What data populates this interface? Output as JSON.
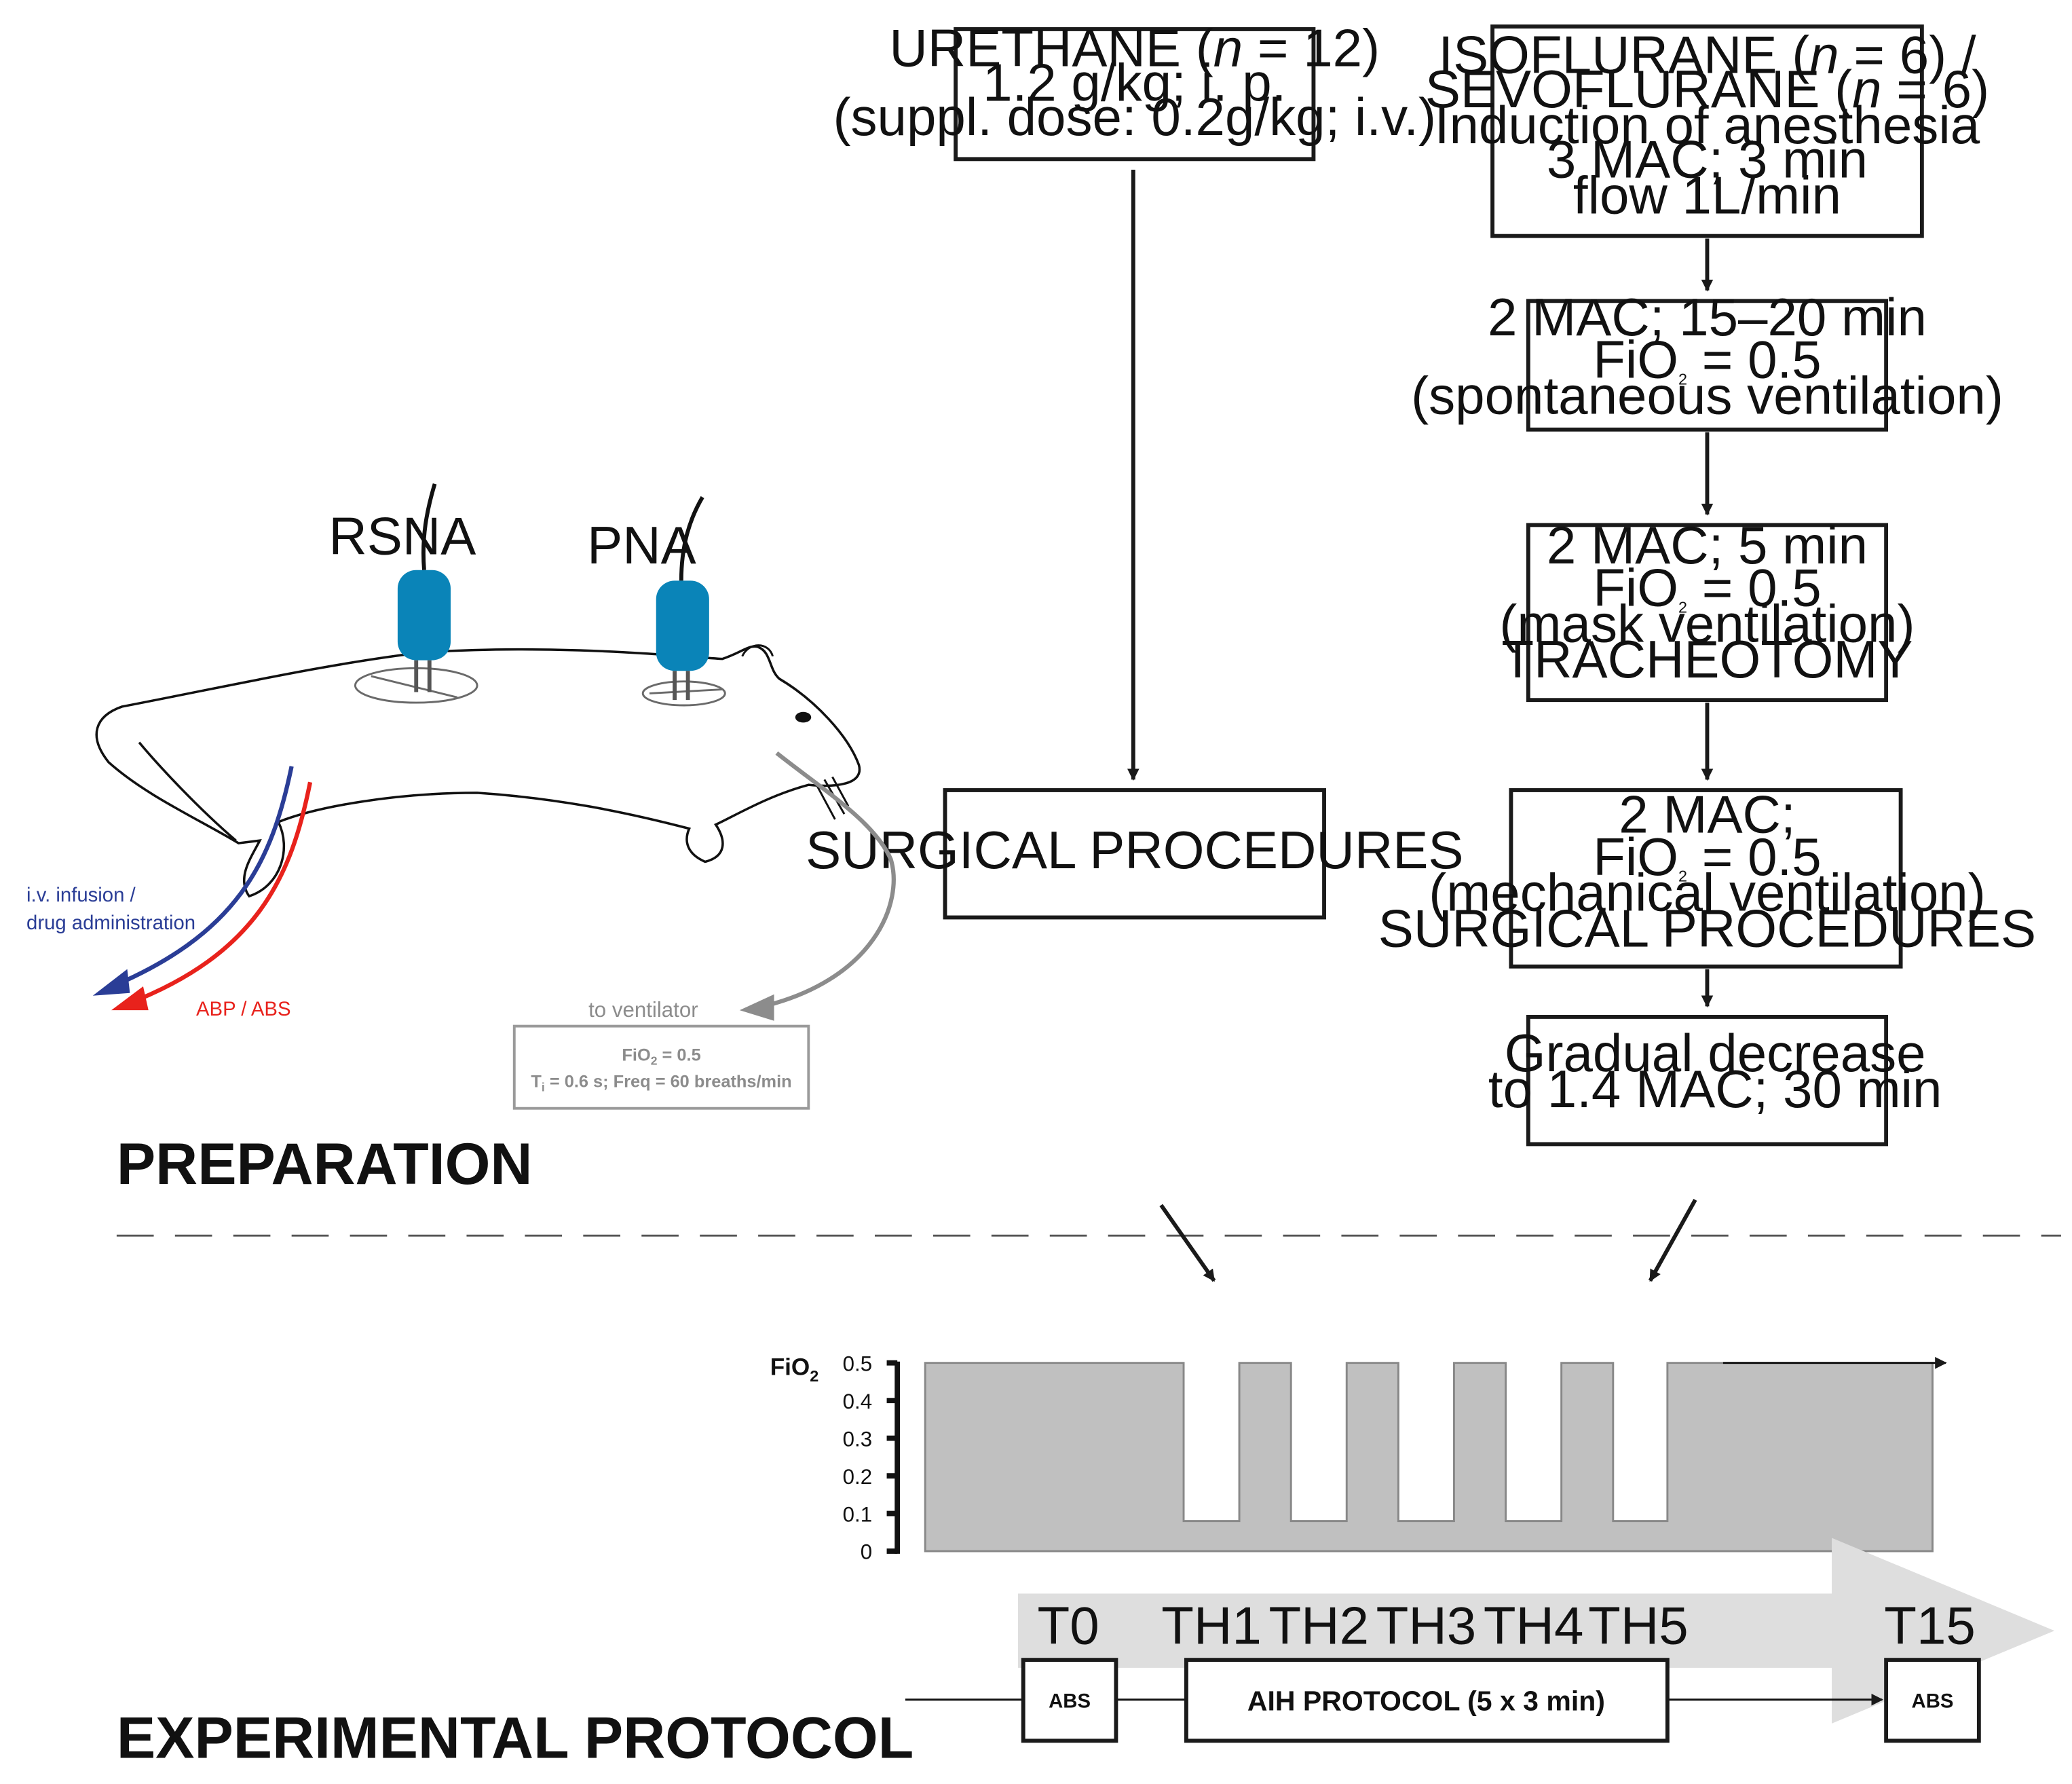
{
  "urethane": {
    "line1_pre": "URETHANE (",
    "line1_n": "n",
    "line1_post": " = 12)",
    "line2": "1.2 g/kg; i. p.",
    "line3": "(suppl. dose: 0.2g/kg; i.v.)"
  },
  "surgical_left": "SURGICAL PROCEDURES",
  "iso": {
    "line1_pre": "ISOFLURANE (",
    "line1_n": "n",
    "line1_post": " = 6) /",
    "line2_pre": "SEVOFLURANE (",
    "line2_n": "n",
    "line2_post": " = 6)",
    "line3": "Induction of anesthesia",
    "line4": "3 MAC; 3 min",
    "line5": "flow 1L/min"
  },
  "step2": {
    "line1": "2 MAC; 15–20 min",
    "fio2_pre": "FiO",
    "fio2_sub": "2",
    "fio2_post": " = 0.5",
    "line3": "(spontaneous ventilation)"
  },
  "step3": {
    "line1": "2 MAC; 5 min",
    "fio2_pre": "FiO",
    "fio2_sub": "2",
    "fio2_post": " = 0.5",
    "line3": "(mask ventilation)",
    "line4": "TRACHEOTOMY"
  },
  "step4": {
    "line1": "2 MAC;",
    "fio2_pre": "FiO",
    "fio2_sub": "2",
    "fio2_post": " = 0.5",
    "line3": "(mechanical ventilation)",
    "line4": "SURGICAL PROCEDURES"
  },
  "step5": {
    "line1": "Gradual decrease",
    "line2": "to 1.4 MAC; 30 min"
  },
  "rat": {
    "rsna": "RSNA",
    "pna": "PNA",
    "iv_line1": "i.v. infusion /",
    "iv_line2": "drug administration",
    "abp": "ABP / ABS",
    "to_ventilator": "to ventilator",
    "vent_fio2_pre": "FiO",
    "vent_fio2_sub": "2",
    "vent_fio2_post": " = 0.5",
    "vent_t_pre": "T",
    "vent_t_sub": "i",
    "vent_t_post": " = 0.6 s; Freq = 60 breaths/min",
    "colors": {
      "iv": "#2a3d96",
      "abp": "#e8221c",
      "electrode": "#0a84b8",
      "tube": "#8c8c8c"
    }
  },
  "sections": {
    "preparation": "PREPARATION",
    "protocol": "EXPERIMENTAL PROTOCOL"
  },
  "fio2_chart": {
    "ylabel_pre": "FiO",
    "ylabel_sub": "2",
    "ylim": [
      0,
      0.5
    ],
    "ticks": [
      "0",
      "0.1",
      "0.2",
      "0.3",
      "0.4",
      "0.5"
    ],
    "baseline": 0.5,
    "hypoxia_level": 0.08,
    "fill": "#c0c0c0"
  },
  "timeline": {
    "labels": [
      "T0",
      "TH1",
      "TH2",
      "TH3",
      "TH4",
      "TH5",
      "T15"
    ],
    "abs_left": "ABS",
    "abs_right": "ABS",
    "aih": "AIH PROTOCOL (5 x 3 min)"
  }
}
